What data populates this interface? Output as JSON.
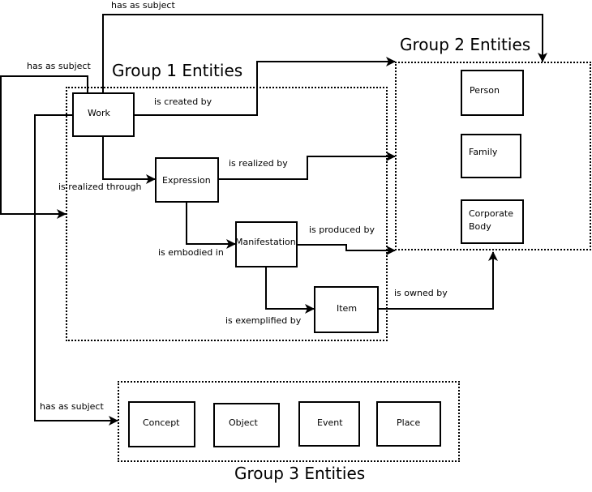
{
  "groups": {
    "group1": {
      "title": "Group 1 Entities"
    },
    "group2": {
      "title": "Group 2 Entities"
    },
    "group3": {
      "title": "Group 3 Entities"
    }
  },
  "entities": {
    "work": "Work",
    "expression": "Expression",
    "manifestation": "Manifestation",
    "item": "Item",
    "person": "Person",
    "family": "Family",
    "corporate_body": "Corporate Body",
    "corporate_body_line1": "Corporate",
    "corporate_body_line2": "Body",
    "concept": "Concept",
    "object": "Object",
    "event": "Event",
    "place": "Place"
  },
  "relationships": {
    "work_subject_group2": "has as subject",
    "work_subject_group1": "has as subject",
    "work_subject_group3": "has as subject",
    "work_created_by": "is created by",
    "work_realized_through": "is realized through",
    "expression_realized_by": "is realized by",
    "expression_embodied_in": "is embodied in",
    "manifestation_produced_by": "is produced by",
    "manifestation_exemplified_by": "is exemplified by",
    "item_owned_by": "is owned by"
  }
}
